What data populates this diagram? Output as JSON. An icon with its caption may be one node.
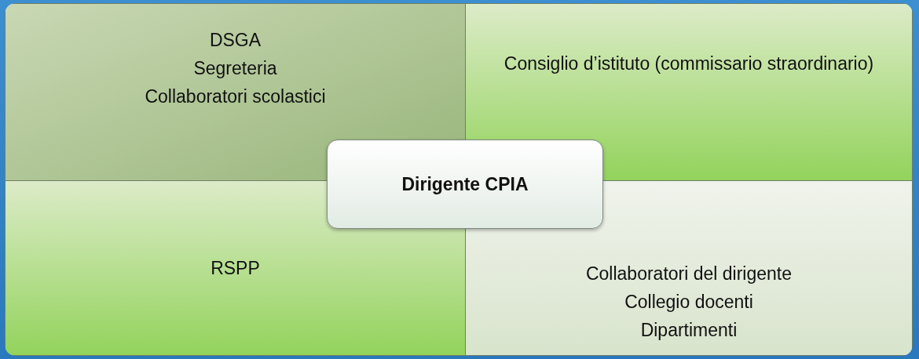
{
  "diagram": {
    "nodes": [
      {
        "text": [
          "DSGA",
          "Segreteria",
          "Collaboratori scolastici"
        ]
      },
      {
        "text": [
          "Consiglio d’istituto (commissario straordinario)"
        ]
      },
      {
        "text": [
          "Dirigente CPIA"
        ]
      },
      {
        "text": [
          "RSPP"
        ]
      },
      {
        "text": [
          "Collaboratori del dirigente",
          "Collegio docenti",
          "Dipartimenti"
        ]
      }
    ],
    "edges": []
  }
}
